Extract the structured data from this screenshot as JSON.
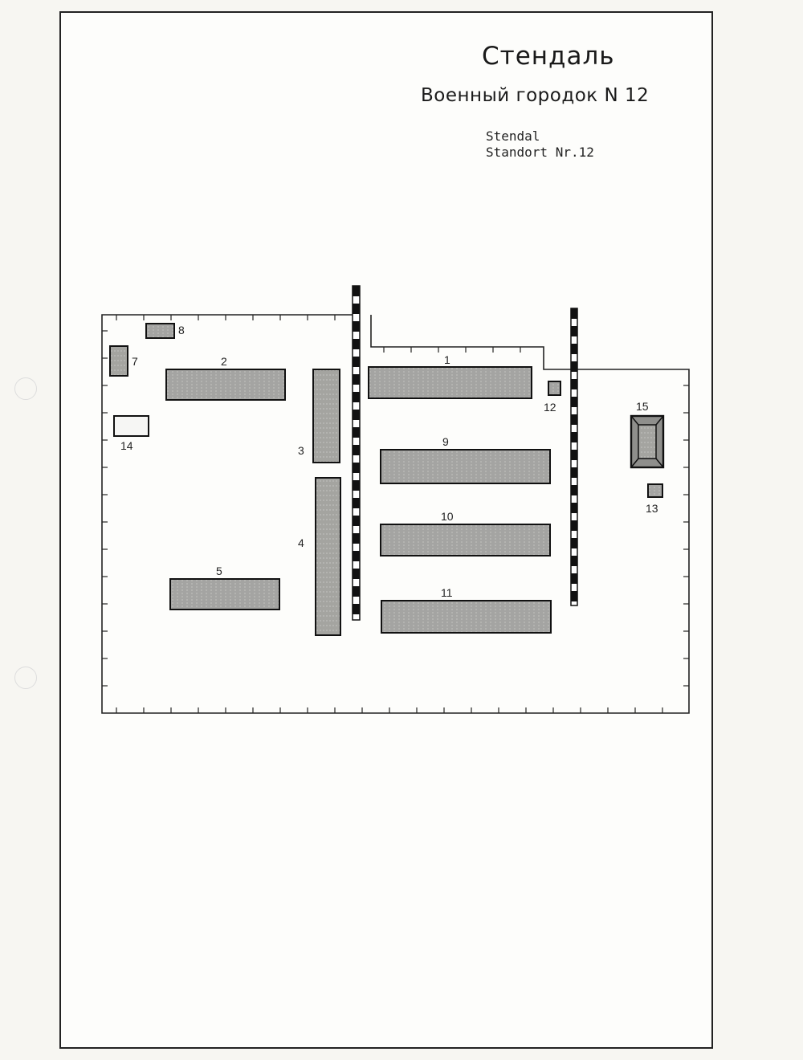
{
  "header": {
    "title_ru": "Стендаль",
    "subtitle_ru": "Военный городок N 12",
    "title_de": "Stendal",
    "subtitle_de": "Standort Nr.12"
  },
  "buildings": [
    {
      "id": "1"
    },
    {
      "id": "2"
    },
    {
      "id": "3"
    },
    {
      "id": "4"
    },
    {
      "id": "5"
    },
    {
      "id": "7"
    },
    {
      "id": "8"
    },
    {
      "id": "9"
    },
    {
      "id": "10"
    },
    {
      "id": "11"
    },
    {
      "id": "12"
    },
    {
      "id": "13"
    },
    {
      "id": "14"
    },
    {
      "id": "15"
    }
  ],
  "colors": {
    "ink": "#1a1a1a",
    "building_fill": "#a9a9a6",
    "paper": "#fdfdfb"
  }
}
